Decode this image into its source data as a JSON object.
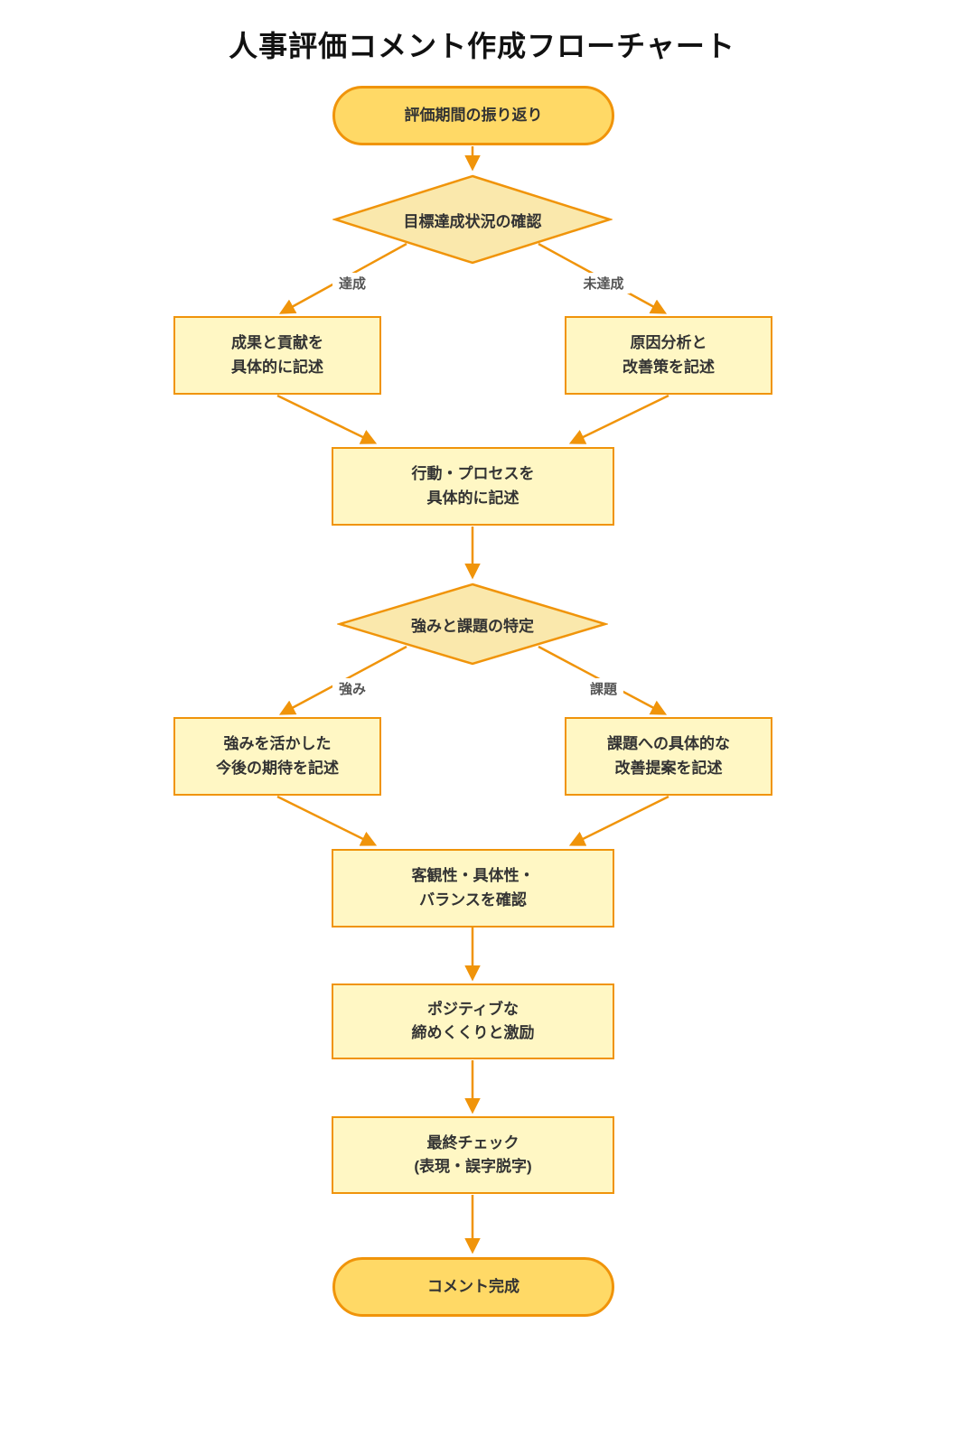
{
  "title": "人事評価コメント作成フローチャート",
  "nodes": {
    "start": "評価期間の振り返り",
    "goal_check": "目標達成状況の確認",
    "achieved": "成果と貢献を\n具体的に記述",
    "not_achieved": "原因分析と\n改善策を記述",
    "behavior_process": "行動・プロセスを\n具体的に記述",
    "strengths_issues": "強みと課題の特定",
    "strengths": "強みを活かした\n今後の期待を記述",
    "issues": "課題への具体的な\n改善提案を記述",
    "balance_check": "客観性・具体性・\nバランスを確認",
    "positive_close": "ポジティブな\n締めくくりと激励",
    "final_check": "最終チェック\n(表現・誤字脱字)",
    "end": "コメント完成"
  },
  "edges": {
    "achieved": "達成",
    "not_achieved": "未達成",
    "strength": "強み",
    "issue": "課題"
  },
  "colors": {
    "border": "#F0940A",
    "arrow": "#F0940A",
    "terminal_fill": "#FFD966",
    "decision_fill": "#FAE8AC",
    "process_fill": "#FFF7C4",
    "node_text": "#333333",
    "edge_label_text": "#555555",
    "title_text": "#111111",
    "background": "#FFFFFF"
  }
}
